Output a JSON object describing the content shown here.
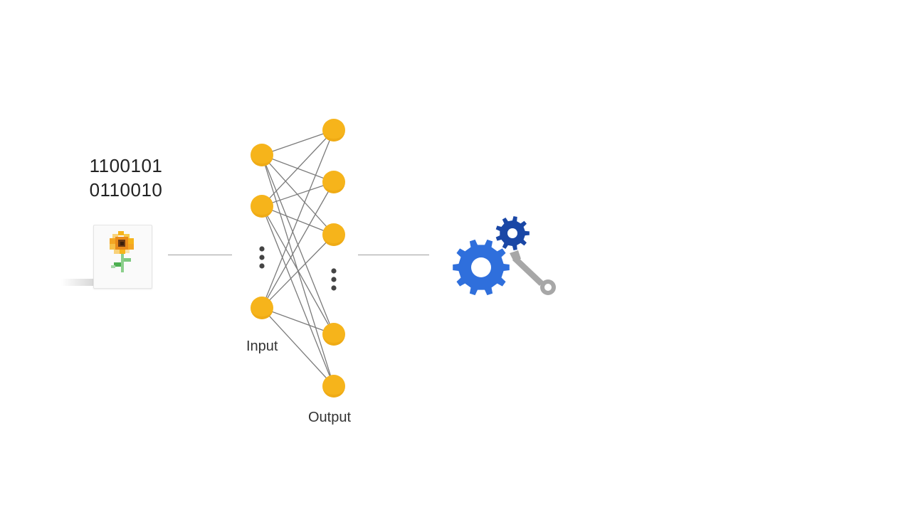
{
  "binary": {
    "line1": "1100101",
    "line2": "0110010"
  },
  "labels": {
    "input": "Input",
    "output": "Output"
  },
  "icons": {
    "image": "sunflower-image-icon",
    "settings": "gears-and-wrench-icon"
  },
  "colors": {
    "node": "#F6B41B",
    "node_shadow": "#E39A0C",
    "edge": "#7A7A7A",
    "gear_primary": "#2F6FDC",
    "gear_secondary": "#1A47A6",
    "wrench": "#A7A7A7"
  },
  "network": {
    "input_layer_nodes": 3,
    "input_layer_has_ellipsis": true,
    "output_layer_nodes": 5,
    "output_layer_has_ellipsis": true,
    "fully_connected": true
  }
}
